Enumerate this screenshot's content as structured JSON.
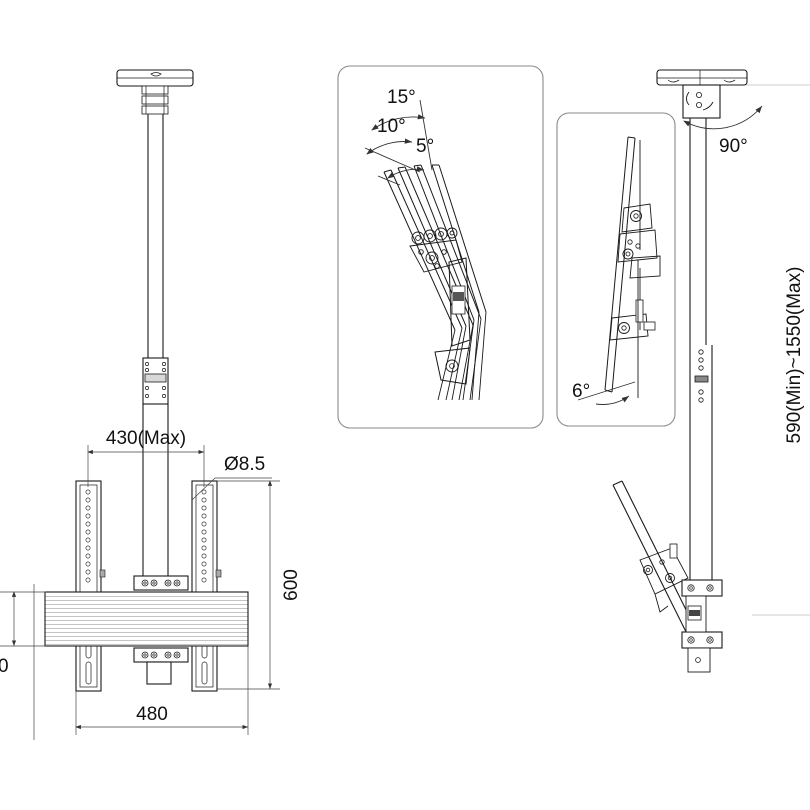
{
  "drawing": {
    "title": "Ceiling TV Mount Technical Drawing",
    "background_color": "#ffffff",
    "line_color": "#1a1a1a",
    "panel_border_color": "#8a8a8a",
    "dimension_line_color": "#444444"
  },
  "front_view": {
    "name": "front-elevation",
    "dimensions": {
      "width_max_adjust": "430(Max)",
      "hole_diameter": "Ø8.5",
      "vesa_height": "600",
      "overall_width": "480",
      "left_clipped": "0"
    }
  },
  "tilt_inset": {
    "name": "tilt-angle-detail",
    "angles": [
      "15°",
      "10°",
      "5°"
    ]
  },
  "side_tilt_inset": {
    "name": "side-tilt-detail",
    "angle": "6°"
  },
  "side_view": {
    "name": "side-elevation",
    "swivel_angle": "90°",
    "height_range_clipped": "590(Min)~1550(Max)"
  }
}
